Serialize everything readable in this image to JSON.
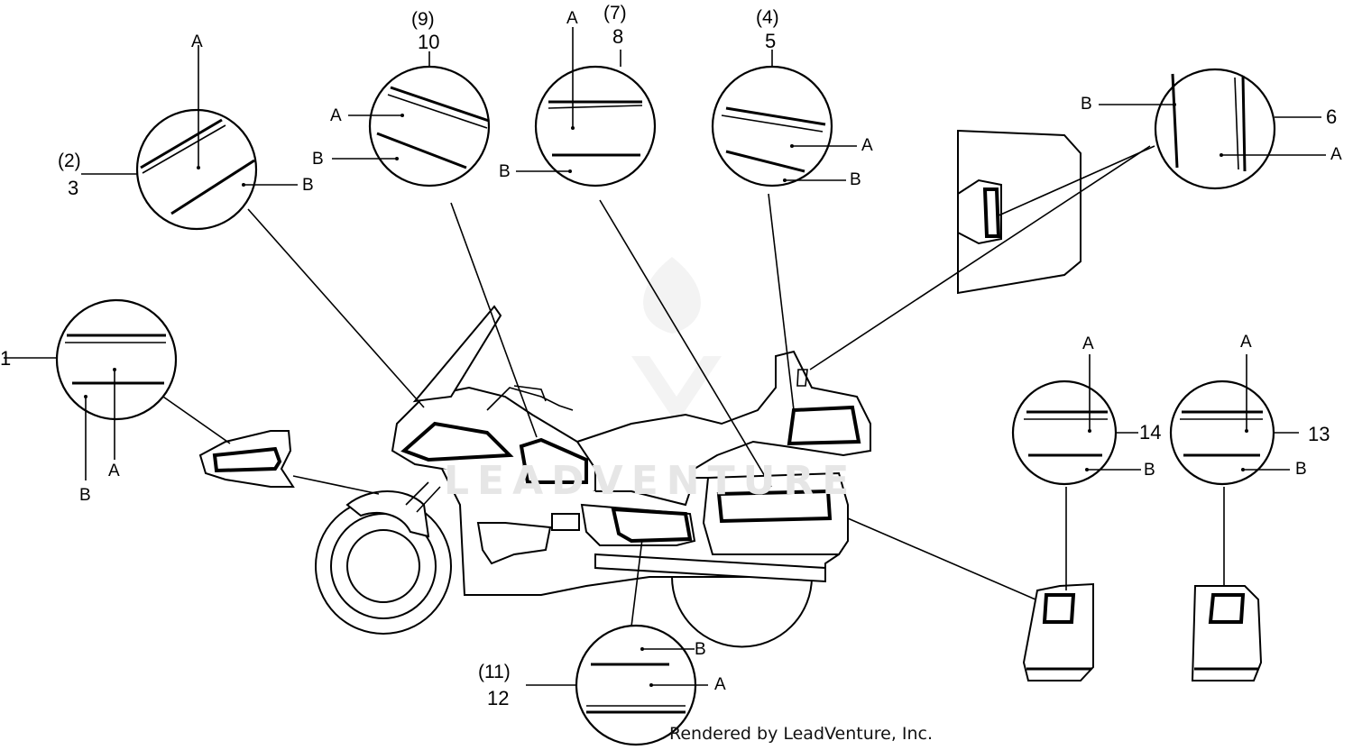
{
  "callouts": {
    "c1": {
      "number": "1",
      "a": "A",
      "b": "B"
    },
    "c23": {
      "paren": "(2)",
      "number": "3",
      "a": "A",
      "b": "B"
    },
    "c910": {
      "paren": "(9)",
      "number": "10",
      "a": "A",
      "b": "B"
    },
    "c78": {
      "paren": "(7)",
      "number": "8",
      "a": "A",
      "b": "B"
    },
    "c45": {
      "paren": "(4)",
      "number": "5",
      "a": "A",
      "b": "B"
    },
    "c6": {
      "number": "6",
      "a": "A",
      "b": "B"
    },
    "c14": {
      "number": "14",
      "a": "A",
      "b": "B"
    },
    "c13": {
      "number": "13",
      "a": "A",
      "b": "B"
    },
    "c1112": {
      "paren": "(11)",
      "number": "12",
      "a": "A",
      "b": "B"
    }
  },
  "watermark": "LEADVENTURE",
  "credit": "Rendered by LeadVenture, Inc."
}
